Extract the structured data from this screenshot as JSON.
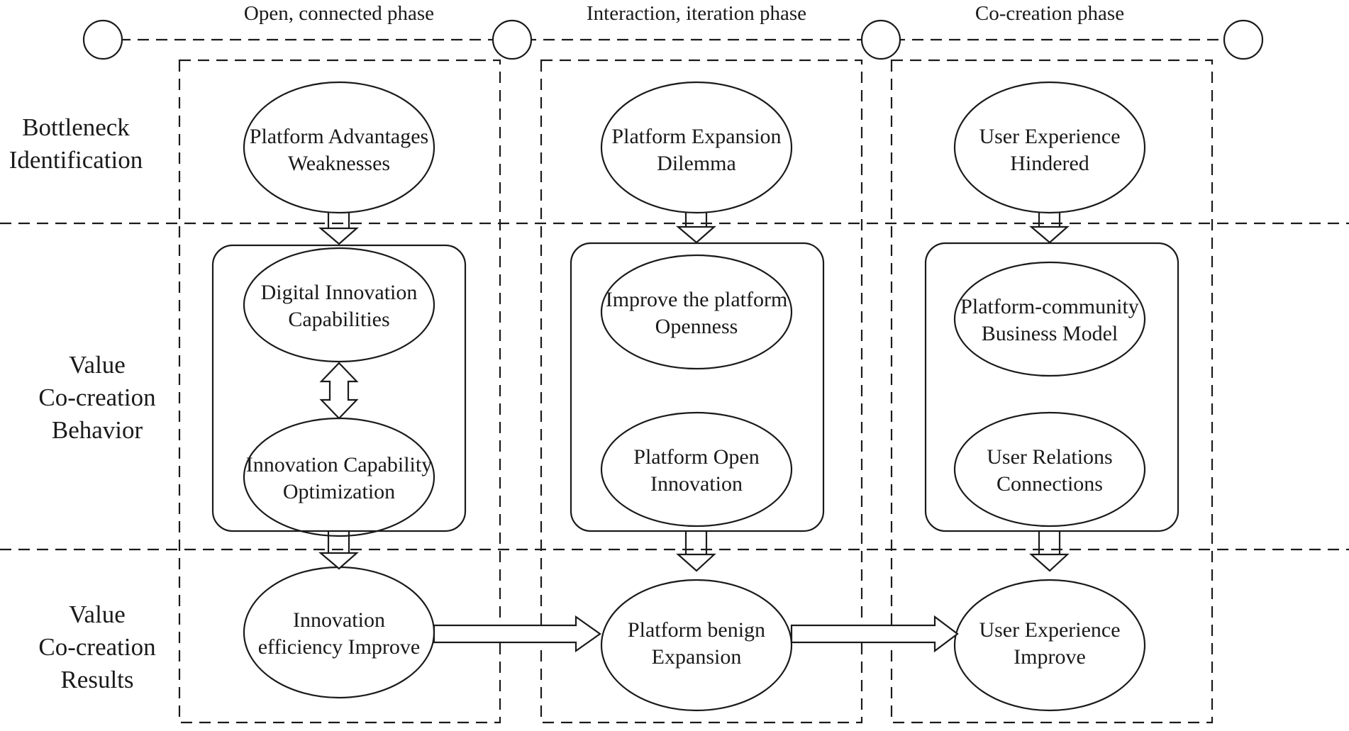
{
  "phases": [
    {
      "label": "Open, connected phase"
    },
    {
      "label": "Interaction, iteration phase"
    },
    {
      "label": "Co-creation phase"
    }
  ],
  "rows": [
    {
      "lines": [
        "Bottleneck",
        "Identification"
      ]
    },
    {
      "lines": [
        "Value",
        "Co-creation",
        "Behavior"
      ]
    },
    {
      "lines": [
        "Value",
        "Co-creation",
        "Results"
      ]
    }
  ],
  "nodes": {
    "bottleneck": [
      {
        "lines": [
          "Platform Advantages",
          "Weaknesses"
        ]
      },
      {
        "lines": [
          "Platform Expansion",
          "Dilemma"
        ]
      },
      {
        "lines": [
          "User Experience",
          "Hindered"
        ]
      }
    ],
    "behavior_top": [
      {
        "lines": [
          "Digital Innovation",
          "Capabilities"
        ]
      },
      {
        "lines": [
          "Improve the platform",
          "Openness"
        ]
      },
      {
        "lines": [
          "Platform-community",
          "Business Model"
        ]
      }
    ],
    "behavior_bottom": [
      {
        "lines": [
          "Innovation Capability",
          "Optimization"
        ]
      },
      {
        "lines": [
          "Platform Open",
          "Innovation"
        ]
      },
      {
        "lines": [
          "User Relations",
          "Connections"
        ]
      }
    ],
    "results": [
      {
        "lines": [
          "Innovation",
          "efficiency Improve"
        ]
      },
      {
        "lines": [
          "Platform benign",
          "Expansion"
        ]
      },
      {
        "lines": [
          "User Experience",
          "Improve"
        ]
      }
    ]
  },
  "colors": {
    "line": "#1a1a1a",
    "background": "#ffffff"
  }
}
